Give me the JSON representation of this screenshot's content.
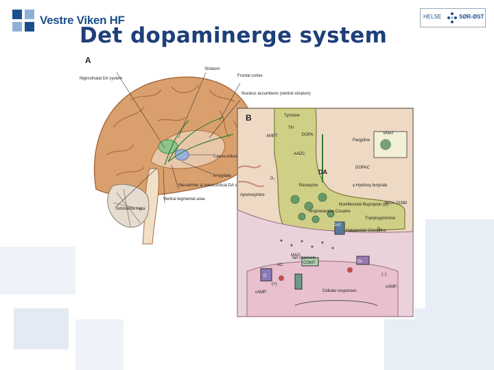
{
  "logo_left": {
    "name": "Vestre Viken HF"
  },
  "logo_right": {
    "word_left": "HELSE",
    "word_right": "SØR-ØST"
  },
  "title": "Det dopaminerge system",
  "figure": {
    "panel_a": "A",
    "panel_b": "B",
    "labels_a": {
      "nigrostriatal": "Nigrostriatal DA system",
      "striatum": "Striatum",
      "frontal_cortex": "Frontal cortex",
      "nucleus_accumbens": "Nucleus accumbens (ventral striatum)",
      "tuberoinfundibular": "Tubero-infundibular DA system",
      "amygdala": "Amygdala",
      "mesolimbic": "Mesolimbic & mesocortical DA system",
      "ventral_tegmental": "Ventral tegmental area",
      "substantia_nigra": "Substantia nigra"
    },
    "labels_b": {
      "tyrosine": "Tyrosine",
      "th": "TH",
      "dopa": "DOPA",
      "ampt": "AMPT",
      "aadc": "AADC",
      "pargyline": "Pargyline",
      "vmat": "VMAT",
      "dopac": "DOPAC",
      "da": "DA",
      "reserpine": "Reserpine",
      "hydroxy_butyrate": "γ-Hydroxy butyrate",
      "d2": "D₂",
      "apomorphine": "Apomorphine",
      "nomifensine": "Nomifensine Bupropion (B)",
      "amphetamine": "Amphetamine Cocaine",
      "sch": "SCH-23390",
      "dat": "DAT",
      "tranylcypromine": "Tranylcypromine",
      "haloperidol": "Haloperidol Clozapine",
      "mao": "MAO",
      "comt": "COMT",
      "ion_channels": "Ion channels",
      "camp_left": "cAMP",
      "camp_right": "cAMP",
      "cellular": "Cellular responses",
      "g1": "G",
      "g2": "Gs",
      "ac": "AC",
      "d1": "D₁",
      "plus": "(+)",
      "minus": "(−)"
    }
  }
}
